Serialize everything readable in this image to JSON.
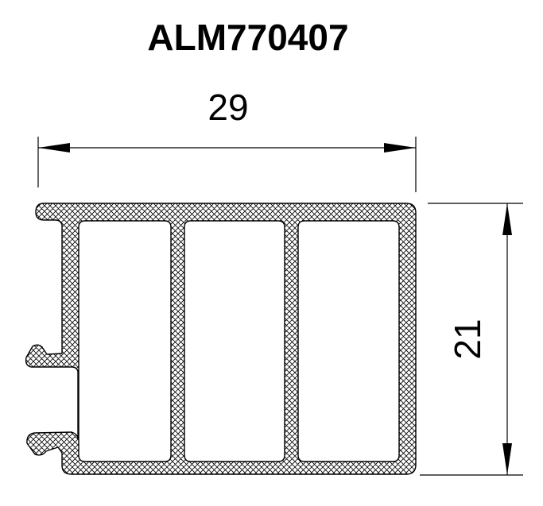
{
  "drawing": {
    "title": "ALM770407",
    "dimensions": {
      "width_label": "29",
      "height_label": "21"
    },
    "colors": {
      "line": "#000000",
      "background": "#ffffff",
      "hatch": "#000000"
    }
  }
}
